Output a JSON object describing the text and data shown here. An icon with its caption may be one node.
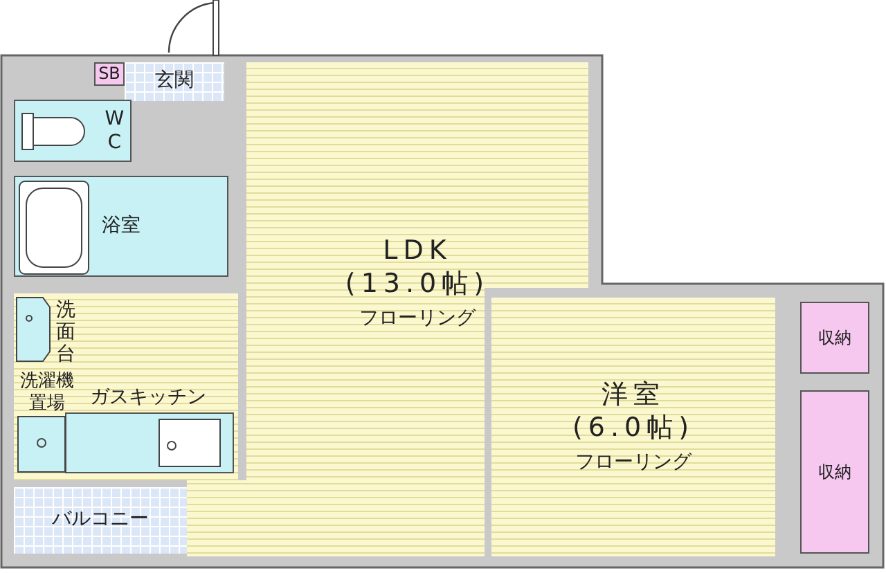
{
  "diagram": {
    "nodes": [
      {
        "text": [
          "SB"
        ]
      },
      {
        "text": [
          "玄関"
        ]
      },
      {
        "text": [
          "WC"
        ]
      },
      {
        "text": [
          "浴室"
        ]
      },
      {
        "text": [
          "ガスキッチン"
        ]
      },
      {
        "text": [
          "洗面台"
        ],
        "in": 4
      },
      {
        "text": [
          "洗濯機置場"
        ],
        "in": 4
      },
      {
        "text": [
          "LDK",
          "(13.0帖)",
          "フローリング"
        ]
      },
      {
        "text": [
          "洋室",
          "(6.0帖)",
          "フローリング"
        ]
      },
      {
        "text": [
          "収納"
        ]
      },
      {
        "text": [
          "収納"
        ]
      },
      {
        "text": [
          "バルコニー"
        ]
      }
    ]
  }
}
